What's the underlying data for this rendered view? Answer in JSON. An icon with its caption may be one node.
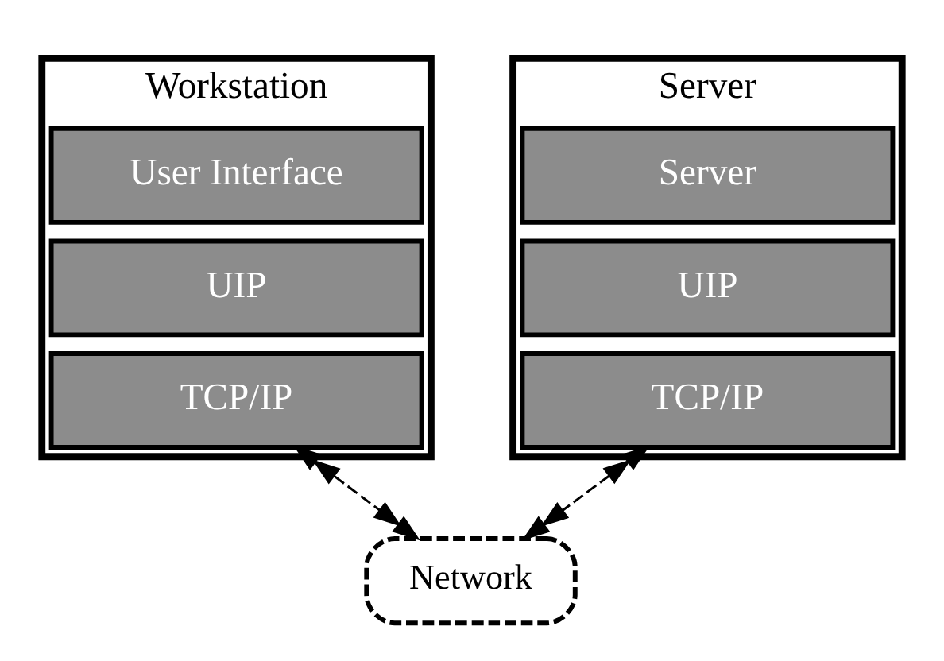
{
  "diagram": {
    "nodes": [
      {
        "text": [
          "Workstation"
        ]
      },
      {
        "text": [
          "User Interface"
        ],
        "in": 0
      },
      {
        "text": [
          "UIP"
        ],
        "in": 0
      },
      {
        "text": [
          "TCP/IP"
        ],
        "in": 0
      },
      {
        "text": [
          "Server"
        ]
      },
      {
        "text": [
          "Server"
        ],
        "in": 4
      },
      {
        "text": [
          "UIP"
        ],
        "in": 4
      },
      {
        "text": [
          "TCP/IP"
        ],
        "in": 4
      },
      {
        "text": [
          "Network"
        ]
      }
    ],
    "edges": [
      {
        "from": 3,
        "to": 8,
        "arrow": "both",
        "style": "dashed"
      },
      {
        "from": 7,
        "to": 8,
        "arrow": "both",
        "style": "dashed"
      }
    ]
  }
}
